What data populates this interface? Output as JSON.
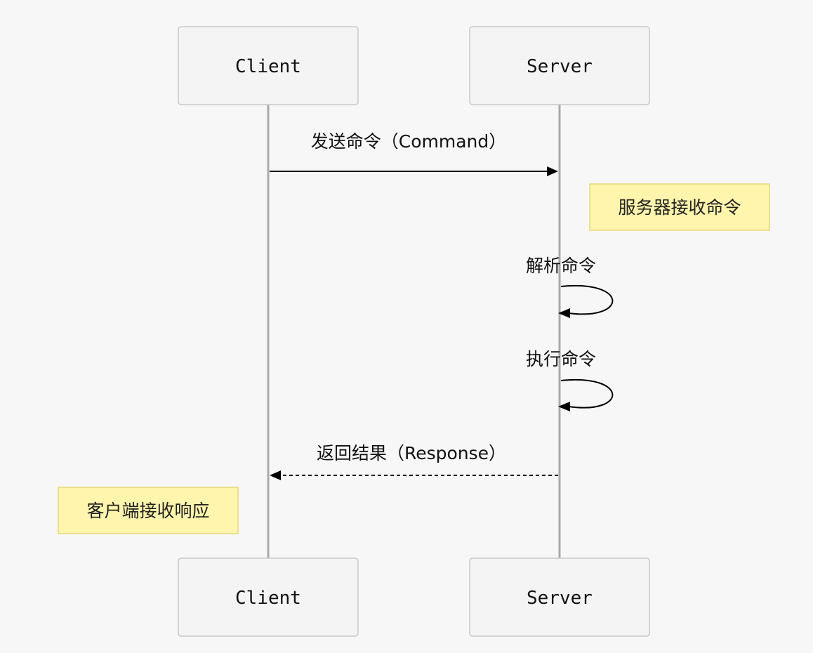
{
  "participants": {
    "client": {
      "label": "Client"
    },
    "server": {
      "label": "Server"
    }
  },
  "messages": {
    "send_command": {
      "text": "发送命令（Command）"
    },
    "parse_command": {
      "text": "解析命令"
    },
    "execute_command": {
      "text": "执行命令"
    },
    "return_result": {
      "text": "返回结果（Response）"
    }
  },
  "notes": {
    "server_receive": {
      "text": "服务器接收命令"
    },
    "client_receive": {
      "text": "客户端接收响应"
    }
  },
  "colors": {
    "background": "#f7f7f7",
    "note_fill": "#fff5ad",
    "actor_fill": "#f4f4f4",
    "lifeline": "#aaaaaa"
  }
}
